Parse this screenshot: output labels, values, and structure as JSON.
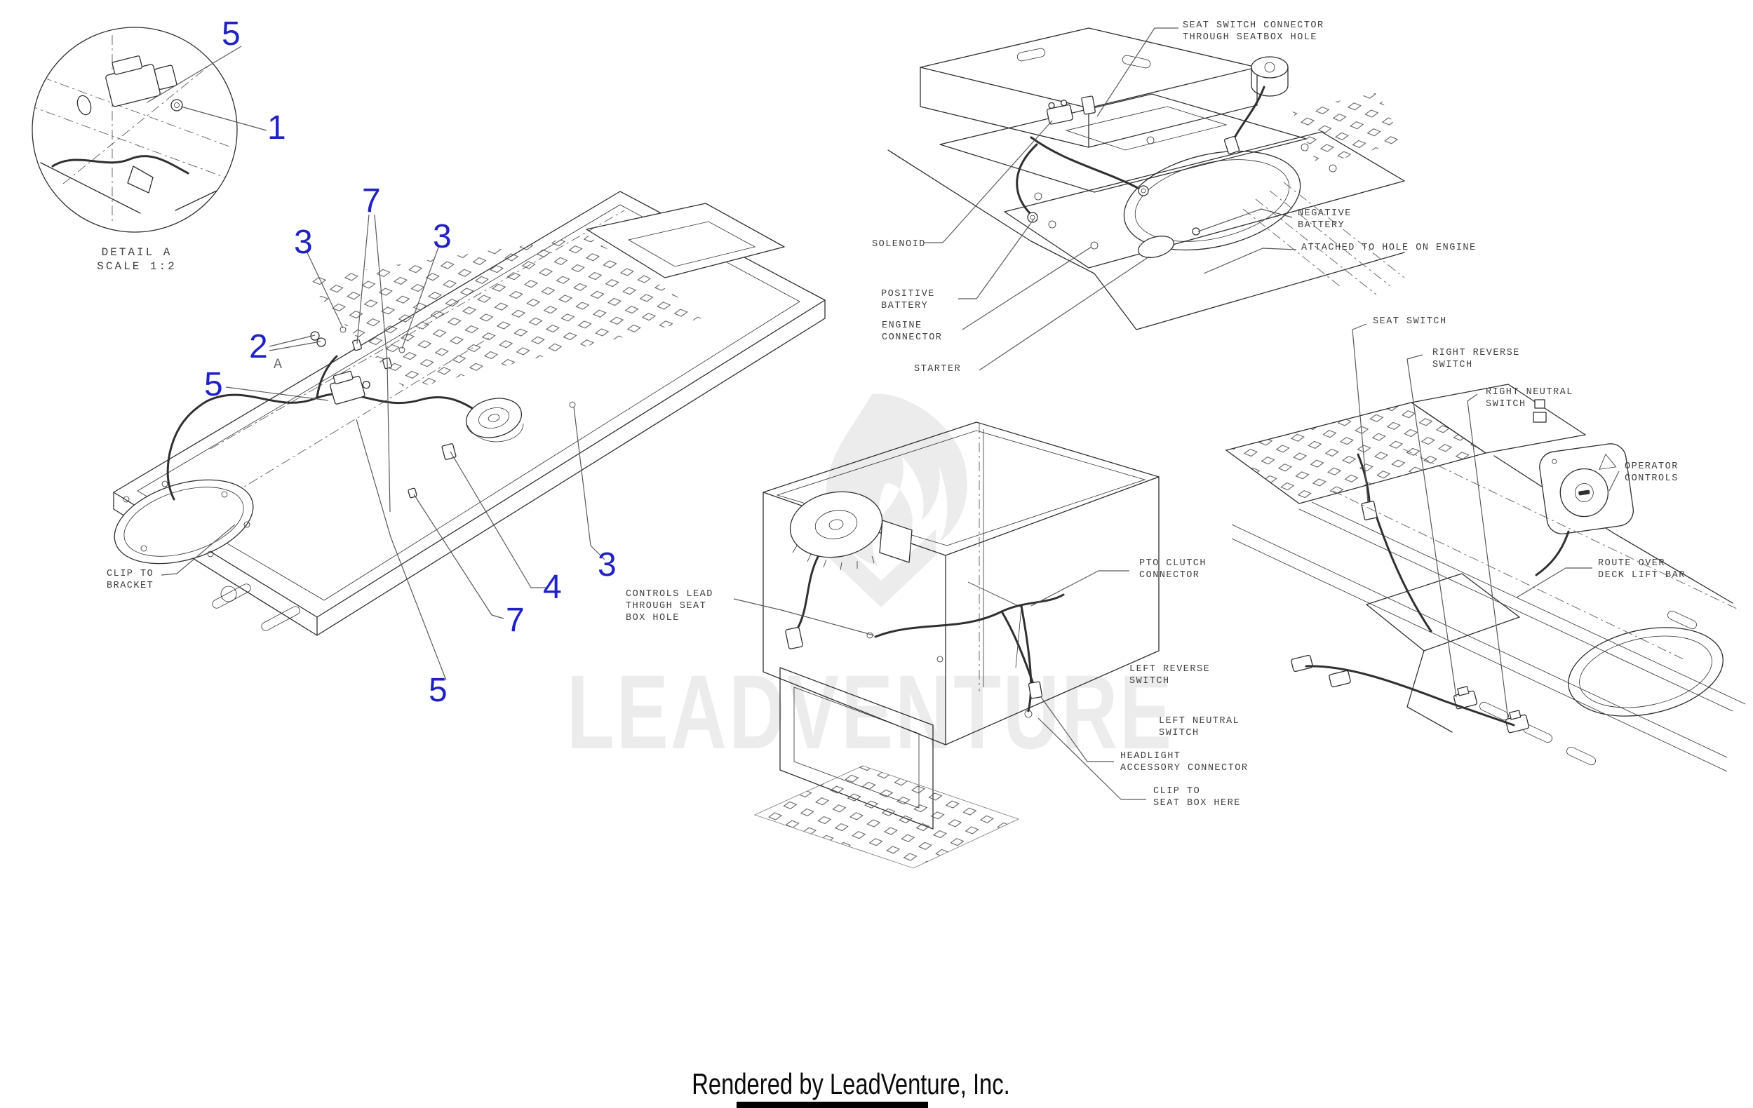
{
  "page": {
    "background": "#ffffff"
  },
  "colors": {
    "callout_blue": "#2222c4",
    "line_dark": "#2f2f2f",
    "label_gray": "#3f3f3f",
    "watermark_gray": "#ececec"
  },
  "watermark": {
    "text": "LEADVENTURE",
    "icon": "flame-icon"
  },
  "footer": {
    "rendered_by": "Rendered by LeadVenture, Inc."
  },
  "detail_view": {
    "lines": [
      "DETAIL A",
      "SCALE 1:2"
    ]
  },
  "detail_marker": "A",
  "callouts": [
    {
      "text": "5"
    },
    {
      "text": "1"
    },
    {
      "text": "7"
    },
    {
      "text": "3"
    },
    {
      "text": "3"
    },
    {
      "text": "2"
    },
    {
      "text": "5"
    },
    {
      "text": "4"
    },
    {
      "text": "3"
    },
    {
      "text": "7"
    },
    {
      "text": "5"
    }
  ],
  "labels": [
    {
      "id": "clip-to-bracket",
      "lines": [
        "CLIP TO",
        "BRACKET"
      ]
    },
    {
      "id": "seat-switch-connector",
      "lines": [
        "SEAT SWITCH CONNECTOR",
        "THROUGH SEATBOX HOLE"
      ]
    },
    {
      "id": "solenoid",
      "lines": [
        "SOLENOID"
      ]
    },
    {
      "id": "negative-battery",
      "lines": [
        "NEGATIVE",
        "BATTERY"
      ]
    },
    {
      "id": "attached-to-hole-on-engine",
      "lines": [
        "ATTACHED TO HOLE ON ENGINE"
      ]
    },
    {
      "id": "positive-battery",
      "lines": [
        "POSITIVE",
        "BATTERY"
      ]
    },
    {
      "id": "engine-connector",
      "lines": [
        "ENGINE",
        "CONNECTOR"
      ]
    },
    {
      "id": "starter",
      "lines": [
        "STARTER"
      ]
    },
    {
      "id": "seat-switch",
      "lines": [
        "SEAT SWITCH"
      ]
    },
    {
      "id": "right-reverse-switch",
      "lines": [
        "RIGHT REVERSE",
        "SWITCH"
      ]
    },
    {
      "id": "right-neutral-switch",
      "lines": [
        "RIGHT NEUTRAL",
        "SWITCH"
      ]
    },
    {
      "id": "operator-controls",
      "lines": [
        "OPERATOR",
        "CONTROLS"
      ]
    },
    {
      "id": "route-over-deck-lift-bar",
      "lines": [
        "ROUTE OVER",
        "DECK LIFT BAR"
      ]
    },
    {
      "id": "left-reverse-switch",
      "lines": [
        "LEFT REVERSE",
        "SWITCH"
      ]
    },
    {
      "id": "left-neutral-switch",
      "lines": [
        "LEFT NEUTRAL",
        "SWITCH"
      ]
    },
    {
      "id": "headlight-accessory-connector",
      "lines": [
        "HEADLIGHT",
        "ACCESSORY CONNECTOR"
      ]
    },
    {
      "id": "clip-to-seat-box-here",
      "lines": [
        "CLIP TO",
        "SEAT BOX HERE"
      ]
    },
    {
      "id": "pto-clutch-connector",
      "lines": [
        "PTO CLUTCH",
        "CONNECTOR"
      ]
    },
    {
      "id": "controls-lead",
      "lines": [
        "CONTROLS LEAD",
        "THROUGH SEAT",
        "BOX HOLE"
      ]
    }
  ]
}
